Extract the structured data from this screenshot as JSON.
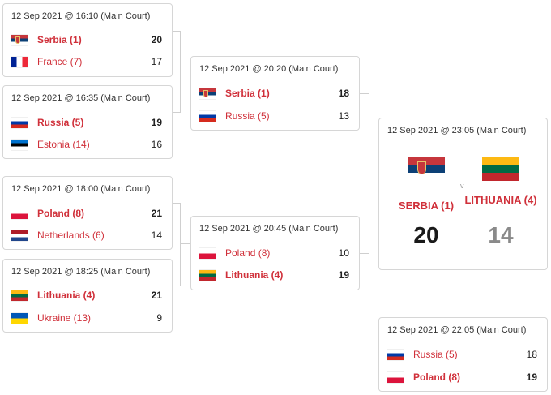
{
  "flags": {
    "serbia": {
      "colors": [
        "#c6363c",
        "#0c4076",
        "#ffffff"
      ],
      "emblem": true
    },
    "france": {
      "vertical": true,
      "colors": [
        "#002395",
        "#ffffff",
        "#ed2939"
      ]
    },
    "russia": {
      "colors": [
        "#ffffff",
        "#0039a6",
        "#d52b1e"
      ]
    },
    "estonia": {
      "colors": [
        "#0072ce",
        "#000000",
        "#ffffff"
      ]
    },
    "poland": {
      "colors": [
        "#ffffff",
        "#dc143c"
      ]
    },
    "netherlands": {
      "colors": [
        "#ae1c28",
        "#ffffff",
        "#21468b"
      ]
    },
    "lithuania": {
      "colors": [
        "#fdb913",
        "#006a44",
        "#c1272d"
      ]
    },
    "ukraine": {
      "colors": [
        "#0057b7",
        "#ffd700"
      ]
    }
  },
  "matches": [
    {
      "time": "12 Sep 2021 @ 16:10 (Main Court)",
      "teams": [
        {
          "flag": "serbia",
          "name": "Serbia (1)",
          "score": "20",
          "win": true
        },
        {
          "flag": "france",
          "name": "France (7)",
          "score": "17",
          "win": false
        }
      ]
    },
    {
      "time": "12 Sep 2021 @ 16:35 (Main Court)",
      "teams": [
        {
          "flag": "russia",
          "name": "Russia (5)",
          "score": "19",
          "win": true
        },
        {
          "flag": "estonia",
          "name": "Estonia (14)",
          "score": "16",
          "win": false
        }
      ]
    },
    {
      "time": "12 Sep 2021 @ 18:00 (Main Court)",
      "teams": [
        {
          "flag": "poland",
          "name": "Poland (8)",
          "score": "21",
          "win": true
        },
        {
          "flag": "netherlands",
          "name": "Netherlands (6)",
          "score": "14",
          "win": false
        }
      ]
    },
    {
      "time": "12 Sep 2021 @ 18:25 (Main Court)",
      "teams": [
        {
          "flag": "lithuania",
          "name": "Lithuania (4)",
          "score": "21",
          "win": true
        },
        {
          "flag": "ukraine",
          "name": "Ukraine (13)",
          "score": "9",
          "win": false
        }
      ]
    },
    {
      "time": "12 Sep 2021 @ 20:20 (Main Court)",
      "teams": [
        {
          "flag": "serbia",
          "name": "Serbia (1)",
          "score": "18",
          "win": true
        },
        {
          "flag": "russia",
          "name": "Russia (5)",
          "score": "13",
          "win": false
        }
      ]
    },
    {
      "time": "12 Sep 2021 @ 20:45 (Main Court)",
      "teams": [
        {
          "flag": "poland",
          "name": "Poland (8)",
          "score": "10",
          "win": false
        },
        {
          "flag": "lithuania",
          "name": "Lithuania (4)",
          "score": "19",
          "win": true
        }
      ]
    },
    {
      "time": "12 Sep 2021 @ 22:05 (Main Court)",
      "teams": [
        {
          "flag": "russia",
          "name": "Russia (5)",
          "score": "18",
          "win": false
        },
        {
          "flag": "poland",
          "name": "Poland (8)",
          "score": "19",
          "win": true
        }
      ]
    }
  ],
  "final": {
    "time": "12 Sep 2021 @ 23:05 (Main Court)",
    "vs": "v",
    "left": {
      "flag": "serbia",
      "name": "SERBIA (1)",
      "score": "20",
      "score_color": "#1a1a1a"
    },
    "right": {
      "flag": "lithuania",
      "name": "LITHUANIA (4)",
      "score": "14",
      "score_color": "#8a8a8a"
    }
  }
}
